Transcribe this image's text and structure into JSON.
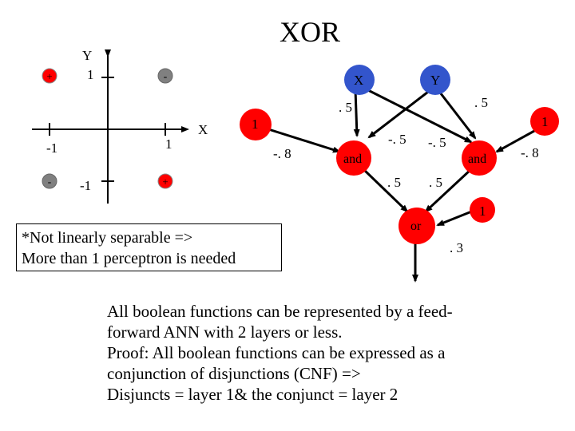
{
  "title": "XOR",
  "plot": {
    "y_axis_label": "Y",
    "x_axis_label": "X",
    "tick_y_top": "1",
    "tick_y_bottom": "-1",
    "tick_x_left": "-1",
    "tick_x_right": "1",
    "points": [
      {
        "sign": "+",
        "color": "#ff0000"
      },
      {
        "sign": "-",
        "color": "#808080"
      },
      {
        "sign": "-",
        "color": "#808080"
      },
      {
        "sign": "+",
        "color": "#ff0000"
      }
    ]
  },
  "callout": {
    "line1": "*Not linearly separable =>",
    "line2": "More than 1 perceptron is needed"
  },
  "network": {
    "input_x": "X",
    "input_y": "Y",
    "bias_left": "1",
    "bias_right": "1",
    "bias_out": "1",
    "and_left": "and",
    "and_right": "and",
    "or_node": "or",
    "w_x_andleft": ". 5",
    "w_y_andright": ". 5",
    "w_x_andright": "-. 5",
    "w_y_andleft": "-. 5",
    "w_bias_left": "-. 8",
    "w_bias_right": "-. 8",
    "w_andleft_or": ". 5",
    "w_andright_or": ". 5",
    "w_bias_or": ". 3",
    "colors": {
      "input": "#3355cc",
      "hidden": "#ff0000",
      "output": "#ff0000"
    }
  },
  "body": {
    "line1": "All boolean functions can be represented by a feed-",
    "line2": "forward ANN with 2 layers or less.",
    "line3": "Proof: All boolean functions can be expressed as a",
    "line4": "conjunction of disjunctions (CNF) =>",
    "line5": "Disjuncts = layer 1& the conjunct = layer 2"
  }
}
